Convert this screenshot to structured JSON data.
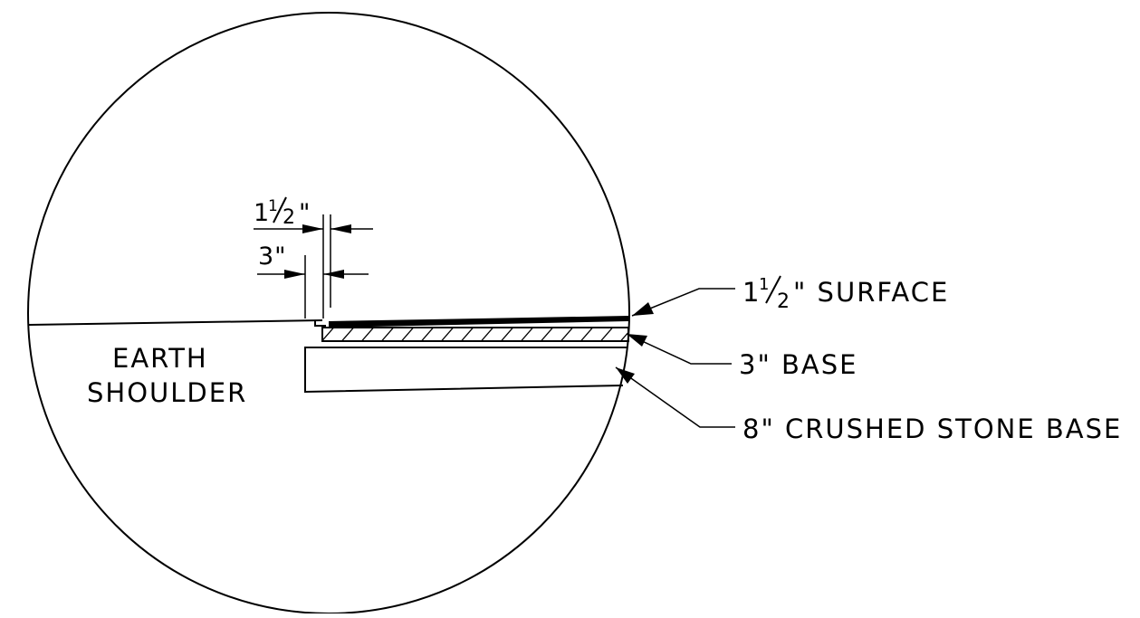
{
  "labels": {
    "surface": "1½\" SURFACE",
    "surface_fraction": "1/2",
    "surface_whole": "1",
    "surface_rest": "\" SURFACE",
    "base": "3\" BASE",
    "stone_base": "8\" CRUSHED STONE BASE",
    "shoulder_line1": "EARTH",
    "shoulder_line2": "SHOULDER"
  },
  "dimensions": {
    "top_whole": "1",
    "top_num": "1",
    "top_den": "2",
    "top_inch": "\"",
    "bottom": "3\""
  },
  "colors": {
    "line": "#000000",
    "background": "#ffffff"
  }
}
